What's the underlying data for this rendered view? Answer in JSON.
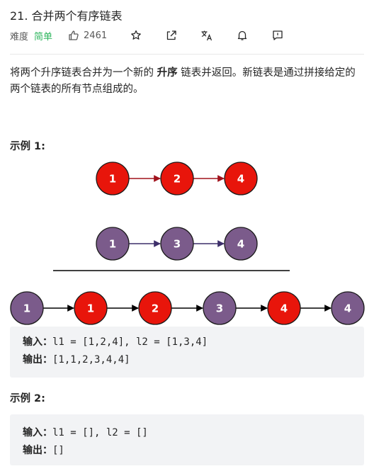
{
  "problem": {
    "title": "21. 合并两个有序链表",
    "difficulty_label": "难度",
    "difficulty": "简单",
    "likes": "2461"
  },
  "description": {
    "part1": "将两个升序链表合并为一个新的 ",
    "bold": "升序",
    "part2": " 链表并返回。新链表是通过拼接给定的两个链表的所有节点组成的。"
  },
  "examples": [
    {
      "title": "示例 1:",
      "diagram": {
        "list1": [
          "1",
          "2",
          "4"
        ],
        "list2": [
          "1",
          "3",
          "4"
        ],
        "merged": [
          "1",
          "1",
          "2",
          "3",
          "4",
          "4"
        ],
        "merged_origin": [
          "list2",
          "list1",
          "list1",
          "list2",
          "list1",
          "list2"
        ]
      },
      "input_label": "输入：",
      "input_value": "l1 = [1,2,4], l2 = [1,3,4]",
      "output_label": "输出：",
      "output_value": "[1,1,2,3,4,4]"
    },
    {
      "title": "示例 2:",
      "input_label": "输入：",
      "input_value": "l1 = [], l2 = []",
      "output_label": "输出：",
      "output_value": "[]"
    }
  ],
  "icons": {
    "like": "thumbs-up-icon",
    "star": "star-icon",
    "share": "share-icon",
    "translate": "translate-icon",
    "bell": "bell-icon",
    "feedback": "feedback-icon"
  },
  "colors": {
    "list1_node": "#e8150b",
    "list2_node": "#7b5b8b",
    "list1_arrow": "#a0121c",
    "list2_arrow": "#3d2f6a",
    "difficulty_easy": "#2db55d",
    "code_bg": "#f2f3f5"
  }
}
